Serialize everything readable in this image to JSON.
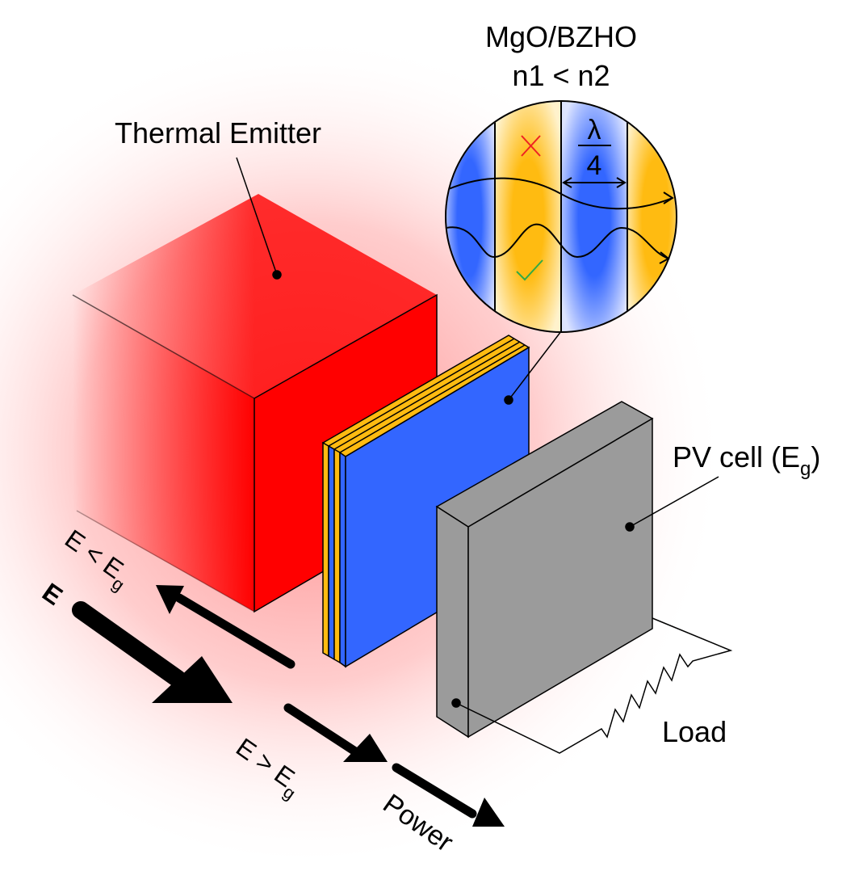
{
  "labels": {
    "thermal_emitter": "Thermal Emitter",
    "material": "MgO/BZHO",
    "index_relation": "n1 < n2",
    "lambda": "λ",
    "quarter_denominator": "4",
    "pv_cell": "PV cell (E",
    "pv_cell_sub": "g",
    "pv_cell_close": ")",
    "load": "Load",
    "energy": "E",
    "below_gap": "E < E",
    "below_gap_sub": "g",
    "above_gap": "E > E",
    "above_gap_sub": "g",
    "power": "Power"
  },
  "colors": {
    "emitter_red": "#ff0000",
    "layer_blue": "#3366ff",
    "layer_orange": "#ffbb11",
    "pv_gray": "#9b9b9b",
    "cross_red": "#ee2222",
    "check_green": "#33aa44"
  }
}
